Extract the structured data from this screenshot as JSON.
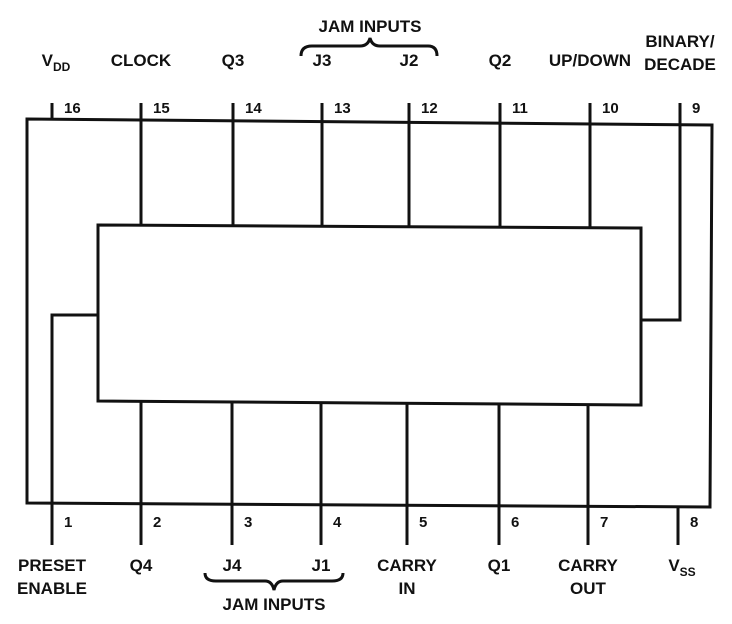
{
  "top_group_label": "JAM INPUTS",
  "bottom_group_label": "JAM INPUTS",
  "pins": {
    "p16": {
      "number": "16",
      "label": "V",
      "sub": "DD"
    },
    "p15": {
      "number": "15",
      "label": "CLOCK"
    },
    "p14": {
      "number": "14",
      "label": "Q3"
    },
    "p13": {
      "number": "13",
      "label": "J3"
    },
    "p12": {
      "number": "12",
      "label": "J2"
    },
    "p11": {
      "number": "11",
      "label": "Q2"
    },
    "p10": {
      "number": "10",
      "label": "UP/DOWN"
    },
    "p9": {
      "number": "9",
      "label": "BINARY/",
      "label2": "DECADE"
    },
    "p1": {
      "number": "1",
      "label": "PRESET",
      "label2": "ENABLE"
    },
    "p2": {
      "number": "2",
      "label": "Q4"
    },
    "p3": {
      "number": "3",
      "label": "J4"
    },
    "p4": {
      "number": "4",
      "label": "J1"
    },
    "p5": {
      "number": "5",
      "label": "CARRY",
      "label2": "IN"
    },
    "p6": {
      "number": "6",
      "label": "Q1"
    },
    "p7": {
      "number": "7",
      "label": "CARRY",
      "label2": "OUT"
    },
    "p8": {
      "number": "8",
      "label": "V",
      "sub": "SS"
    }
  }
}
